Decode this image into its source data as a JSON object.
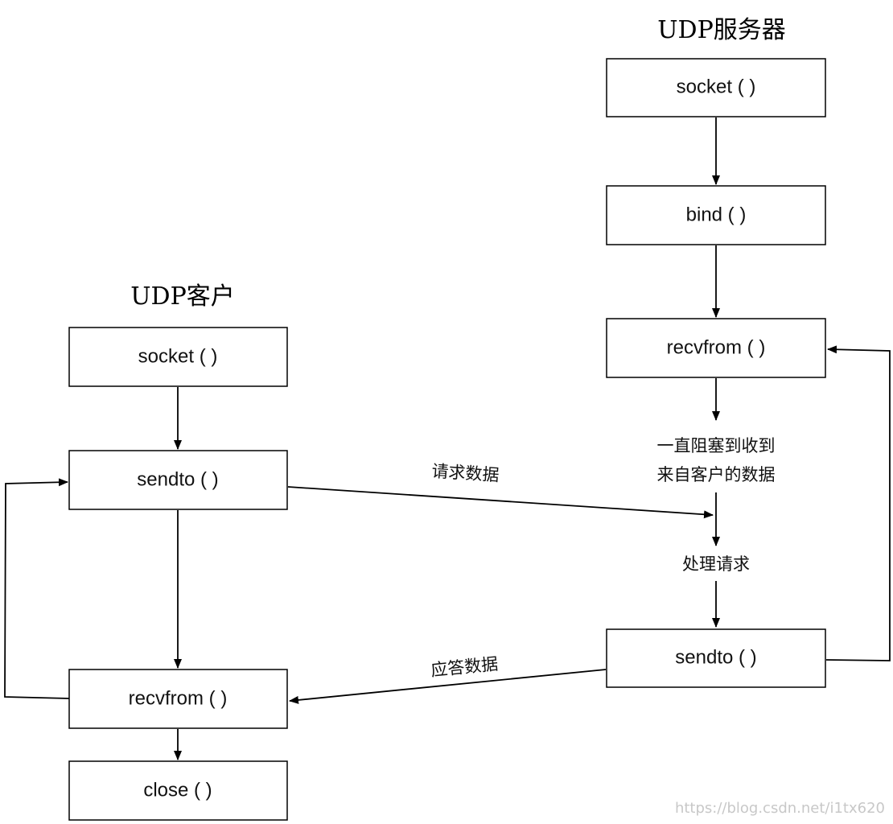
{
  "server": {
    "title": "UDP服务器",
    "socket": "socket ( )",
    "bind": "bind ( )",
    "recvfrom": "recvfrom ( )",
    "block_line1": "一直阻塞到收到",
    "block_line2": "来自客户的数据",
    "process": "处理请求",
    "sendto": "sendto ( )"
  },
  "client": {
    "title": "UDP客户",
    "socket": "socket ( )",
    "sendto": "sendto ( )",
    "recvfrom": "recvfrom ( )",
    "close": "close ( )"
  },
  "edges": {
    "request_label": "请求数据",
    "reply_label": "应答数据"
  },
  "watermark": "https://blog.csdn.net/i1tx620",
  "colors": {
    "stroke": "#000000",
    "background": "#ffffff"
  }
}
